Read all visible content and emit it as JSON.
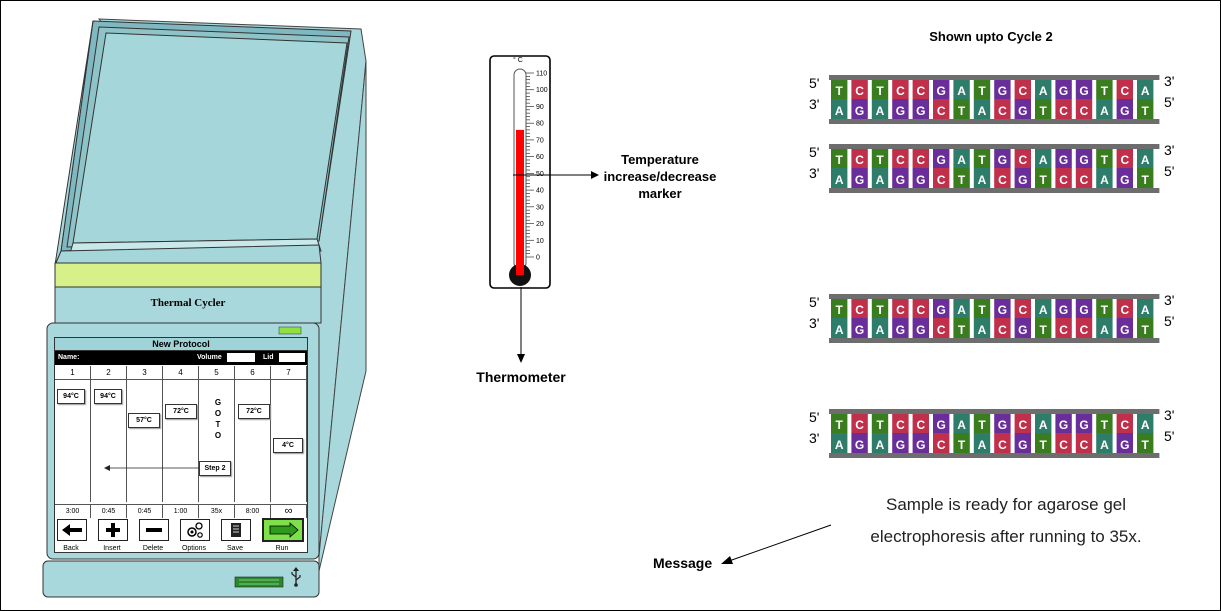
{
  "cycler": {
    "title": "Thermal Cycler",
    "protocol_title": "New Protocol",
    "name_label": "Name:",
    "volume_label": "Volume",
    "lid_label": "Lid",
    "steps": [
      "1",
      "2",
      "3",
      "4",
      "5",
      "6",
      "7"
    ],
    "temps": [
      "94°C",
      "94°C",
      "57°C",
      "72°C",
      "72°C",
      "4°C"
    ],
    "goto_letters": [
      "G",
      "O",
      "T",
      "O"
    ],
    "goto_target": "Step 2",
    "times": [
      "3:00",
      "0:45",
      "0:45",
      "1:00",
      "35x",
      "8:00",
      "∞"
    ],
    "buttons": [
      {
        "label": "Back",
        "icon": "arrow-left-icon"
      },
      {
        "label": "Insert",
        "icon": "plus-icon"
      },
      {
        "label": "Delete",
        "icon": "minus-icon"
      },
      {
        "label": "Options",
        "icon": "gears-icon"
      },
      {
        "label": "Save",
        "icon": "save-icon"
      },
      {
        "label": "Run",
        "icon": "arrow-right-icon"
      }
    ]
  },
  "thermometer": {
    "unit": "° C",
    "scale": [
      "110",
      "100",
      "90",
      "80",
      "70",
      "60",
      "50",
      "40",
      "30",
      "20",
      "10",
      "0"
    ],
    "level_celsius": 76,
    "label": "Thermometer",
    "marker_label_lines": [
      "Temperature",
      "increase/decrease",
      "marker"
    ]
  },
  "dna": {
    "title": "Shown upto Cycle  2",
    "top_strand": [
      "T",
      "C",
      "T",
      "C",
      "C",
      "G",
      "A",
      "T",
      "G",
      "C",
      "A",
      "G",
      "G",
      "T",
      "C",
      "A"
    ],
    "bottom_strand": [
      "A",
      "G",
      "A",
      "G",
      "G",
      "C",
      "T",
      "A",
      "C",
      "G",
      "T",
      "C",
      "C",
      "A",
      "G",
      "T"
    ],
    "left_top": "5'",
    "left_bottom": "3'",
    "right_top": "3'",
    "right_bottom": "5'"
  },
  "message": {
    "label": "Message",
    "line1": "Sample is ready for agarose gel",
    "line2": "electrophoresis after running to 35x."
  },
  "colors": {
    "A": "#2e7d6a",
    "T": "#3a7d1e",
    "C": "#c0304a",
    "G": "#6a2e9a",
    "mercury": "#ff0000",
    "panel": "#a9d8dc",
    "lid": "#a5d7da",
    "band": "#d8f08a"
  }
}
